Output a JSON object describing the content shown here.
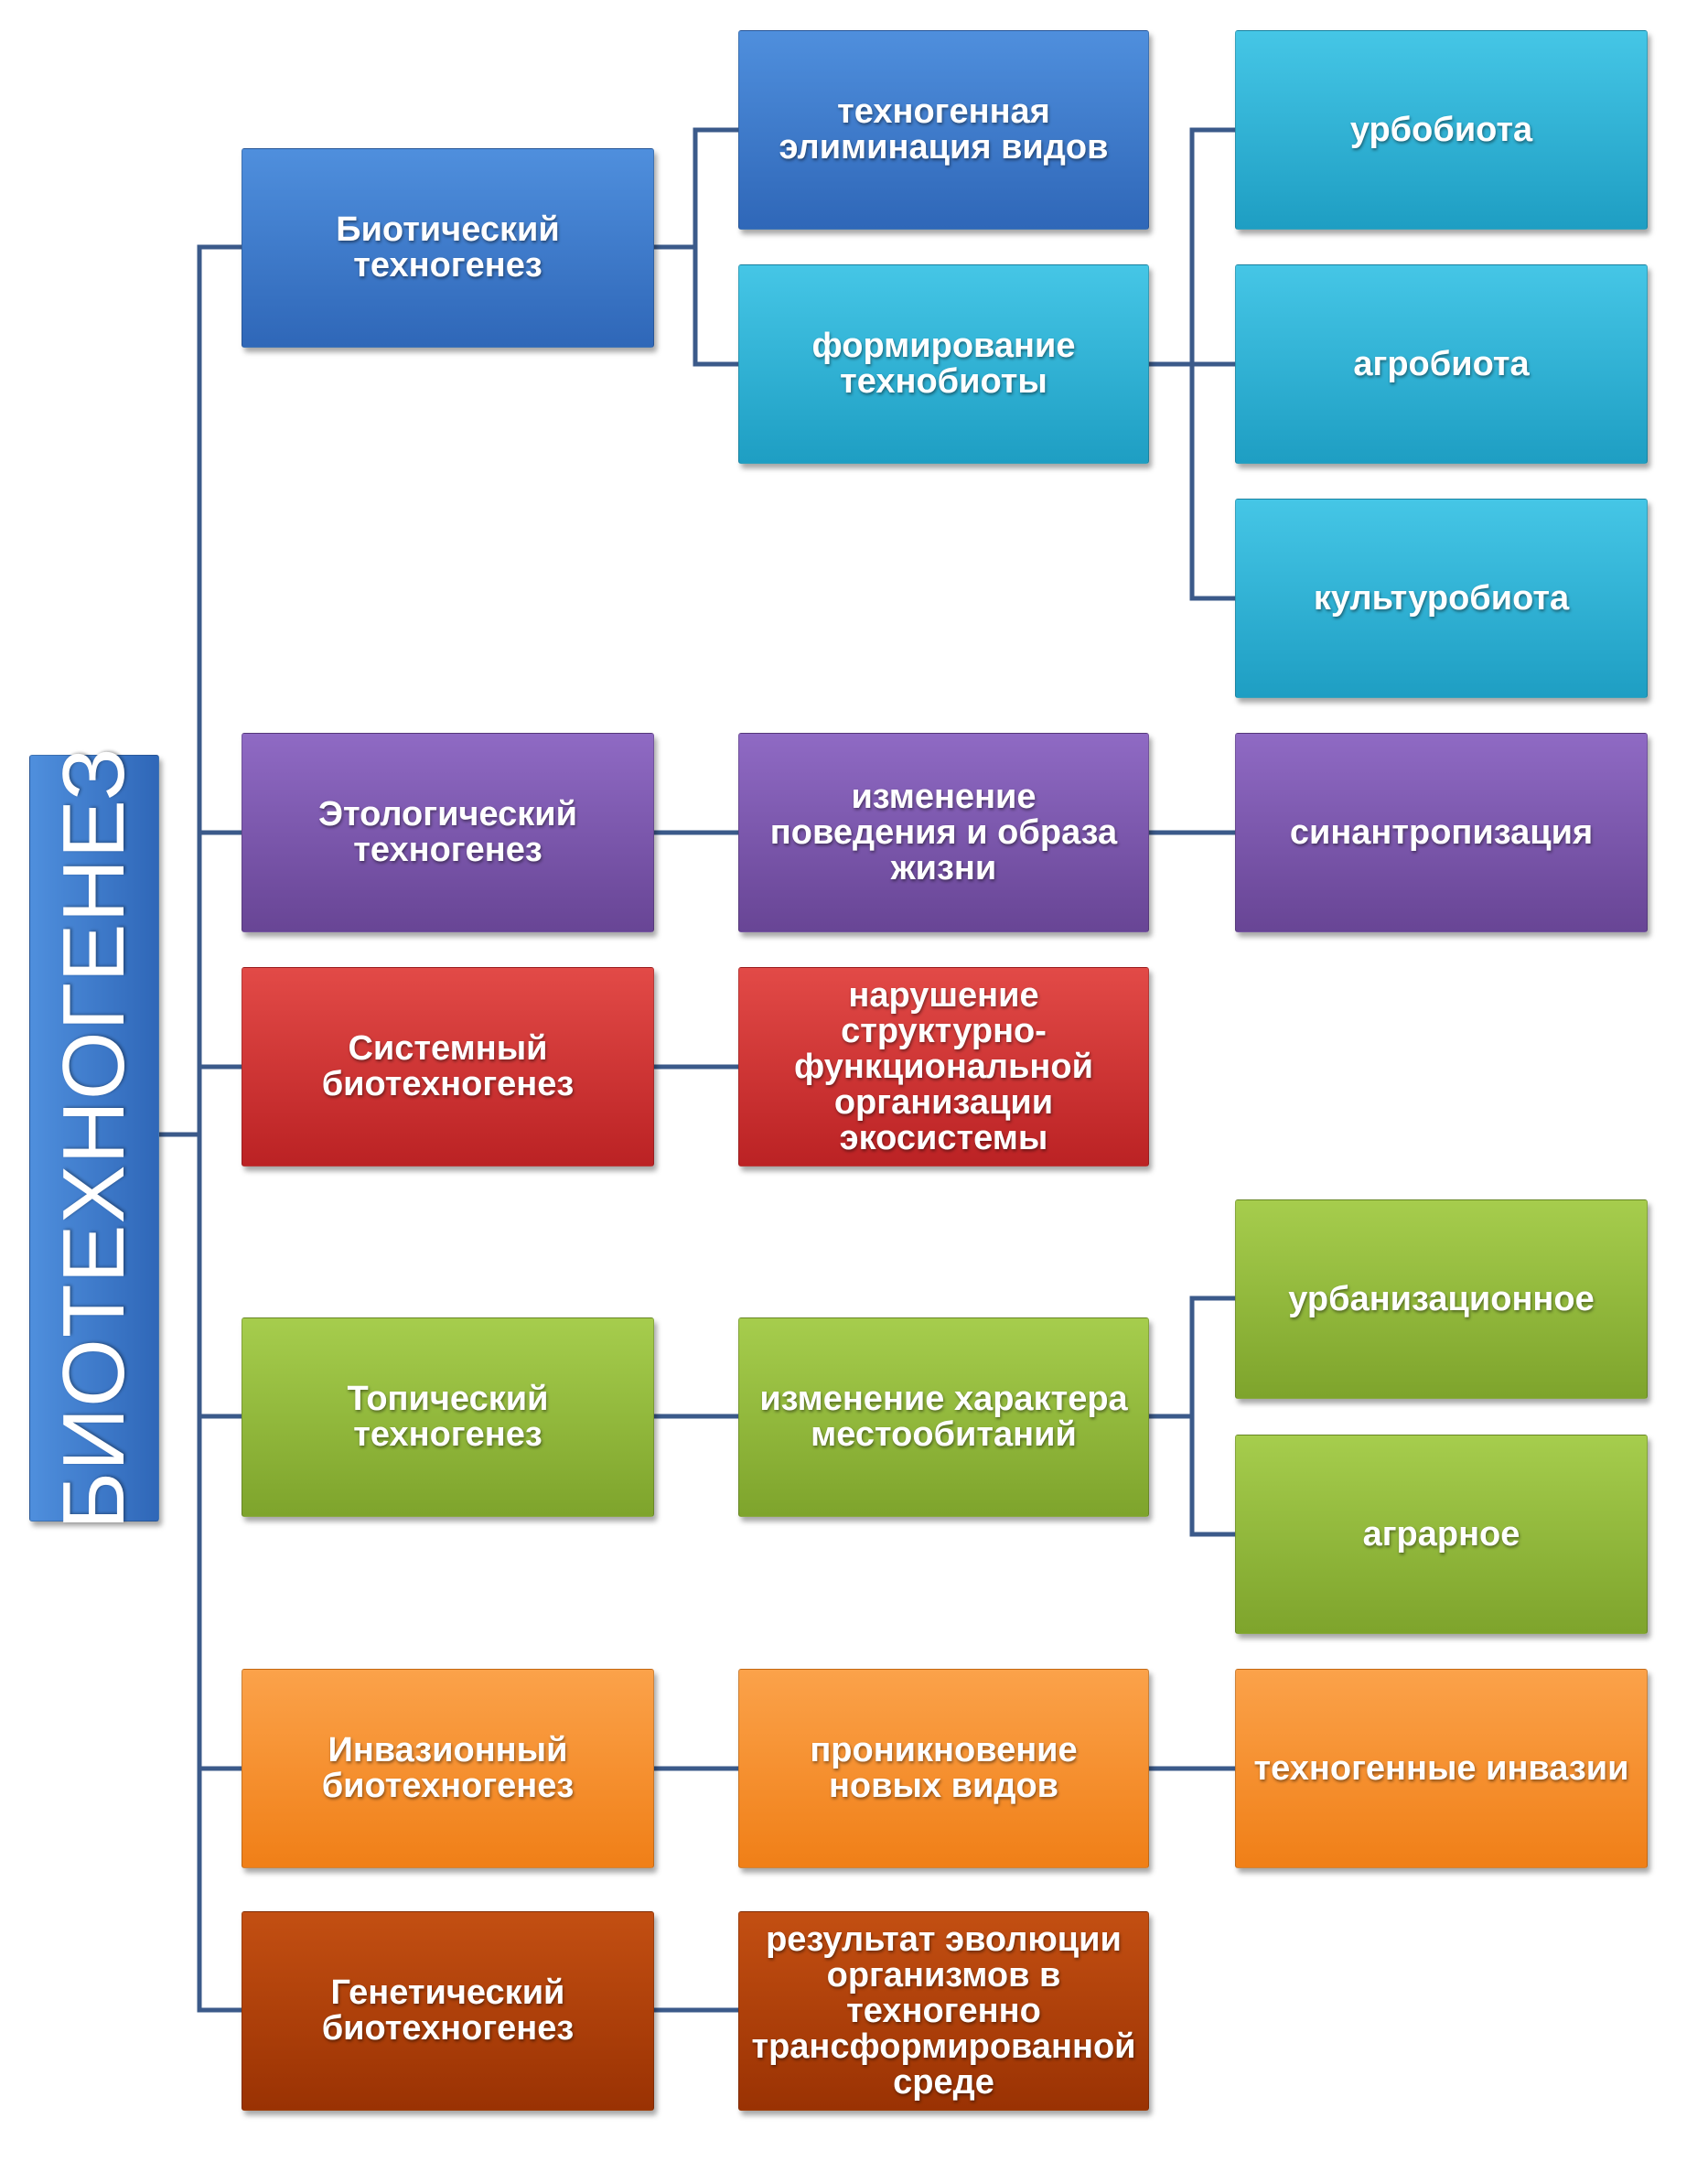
{
  "root": {
    "label": "БИОТЕХНОГЕНЕЗ"
  },
  "colors": {
    "connector": "#3b5a8a",
    "blue": "#3a78c9",
    "cyan": "#2fb3d6",
    "purple": "#7a56ad",
    "red": "#cf3433",
    "green": "#93bc3b",
    "orange": "#f7901e",
    "brown": "#ad3f09"
  },
  "branches": [
    {
      "label": "Биотический\nтехногенез",
      "children": [
        {
          "label": "техногенная\nэлиминация видов",
          "children": []
        },
        {
          "label": "формирование\nтехнобиоты",
          "children": [
            "урбобиота",
            "агробиота",
            "культуробиота"
          ]
        }
      ]
    },
    {
      "label": "Этологический\nтехногенез",
      "children": [
        {
          "label": "изменение\nповедения и образа\nжизни",
          "children": [
            "синантропизация"
          ]
        }
      ]
    },
    {
      "label": "Системный\nбиотехногенез",
      "children": [
        {
          "label": "нарушение\nструктурно-\nфункциональной\nорганизации\nэкосистемы",
          "children": []
        }
      ]
    },
    {
      "label": "Топический\nтехногенез",
      "children": [
        {
          "label": "изменение характера\nместообитаний",
          "children": [
            "урбанизационное",
            "аграрное"
          ]
        }
      ]
    },
    {
      "label": "Инвазионный\nбиотехногенез",
      "children": [
        {
          "label": "проникновение\nновых видов",
          "children": [
            "техногенные инвазии"
          ]
        }
      ]
    },
    {
      "label": "Генетический\nбиотехногенез",
      "children": [
        {
          "label": "результат эволюции\nорганизмов в\nтехногенно\nтрансформированной\nсреде",
          "children": []
        }
      ]
    }
  ]
}
